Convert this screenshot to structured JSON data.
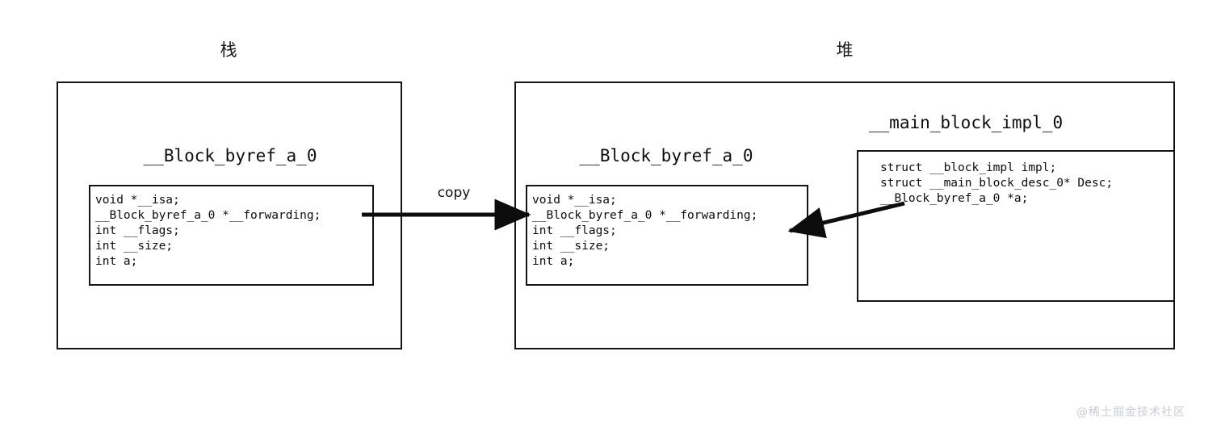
{
  "diagram": {
    "regions": [
      {
        "id": "stack",
        "title": "栈"
      },
      {
        "id": "heap",
        "title": "堆"
      }
    ],
    "stack": {
      "struct_title": "__Block_byref_a_0",
      "code": "void *__isa;\n__Block_byref_a_0 *__forwarding;\nint __flags;\nint __size;\nint a;"
    },
    "heap_byref": {
      "struct_title": "__Block_byref_a_0",
      "code": "void *__isa;\n__Block_byref_a_0 *__forwarding;\nint __flags;\nint __size;\nint a;"
    },
    "heap_block_impl": {
      "struct_title": "__main_block_impl_0",
      "code": "struct __block_impl impl;\nstruct __main_block_desc_0* Desc;\n__Block_byref_a_0 *a;"
    },
    "edges": [
      {
        "id": "copy-edge",
        "label": "copy"
      },
      {
        "id": "a-pointer-edge",
        "label": ""
      }
    ],
    "watermark": "@稀土掘金技术社区",
    "colors": {
      "stroke": "#151515",
      "text": "#0d0d0d",
      "background": "#ffffff",
      "watermark": "#c9ccd1"
    }
  }
}
